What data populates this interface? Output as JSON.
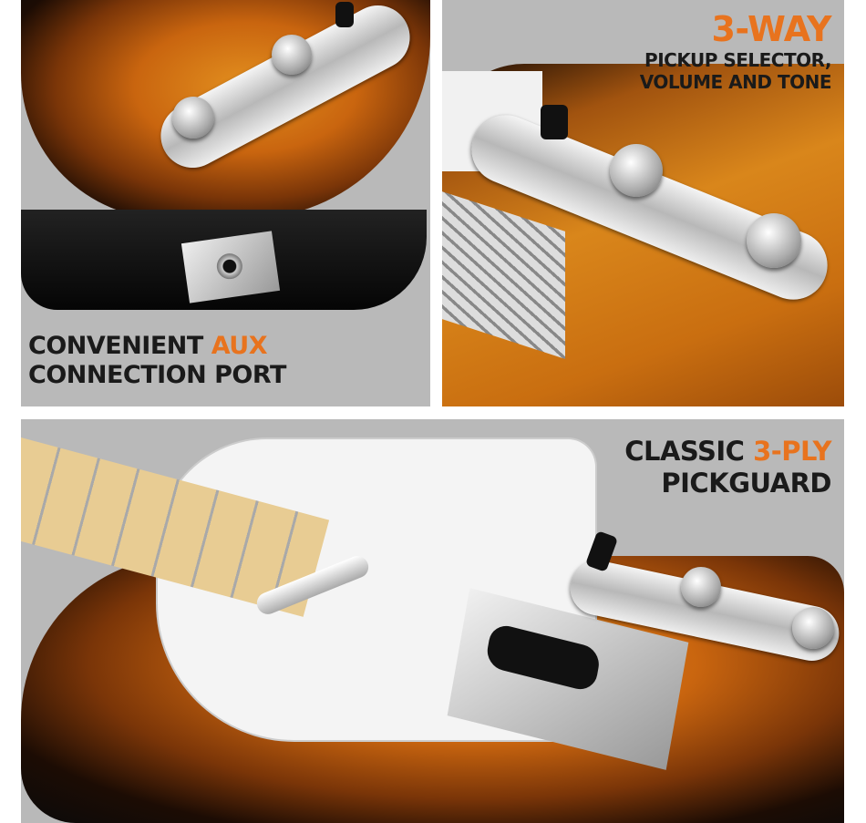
{
  "colors": {
    "highlight": "#e8731e",
    "background": "#b9b9b9",
    "text": "#1a1a1a"
  },
  "panels": {
    "aux": {
      "line1_prefix": "CONVENIENT ",
      "line1_highlight": "AUX",
      "line2": "CONNECTION PORT"
    },
    "controls": {
      "highlight": "3-WAY",
      "line2": "PICKUP SELECTOR,",
      "line3": "VOLUME AND TONE"
    },
    "pickguard": {
      "line1_prefix": "CLASSIC ",
      "line1_highlight": "3-PLY",
      "line2": "PICKGUARD"
    }
  }
}
